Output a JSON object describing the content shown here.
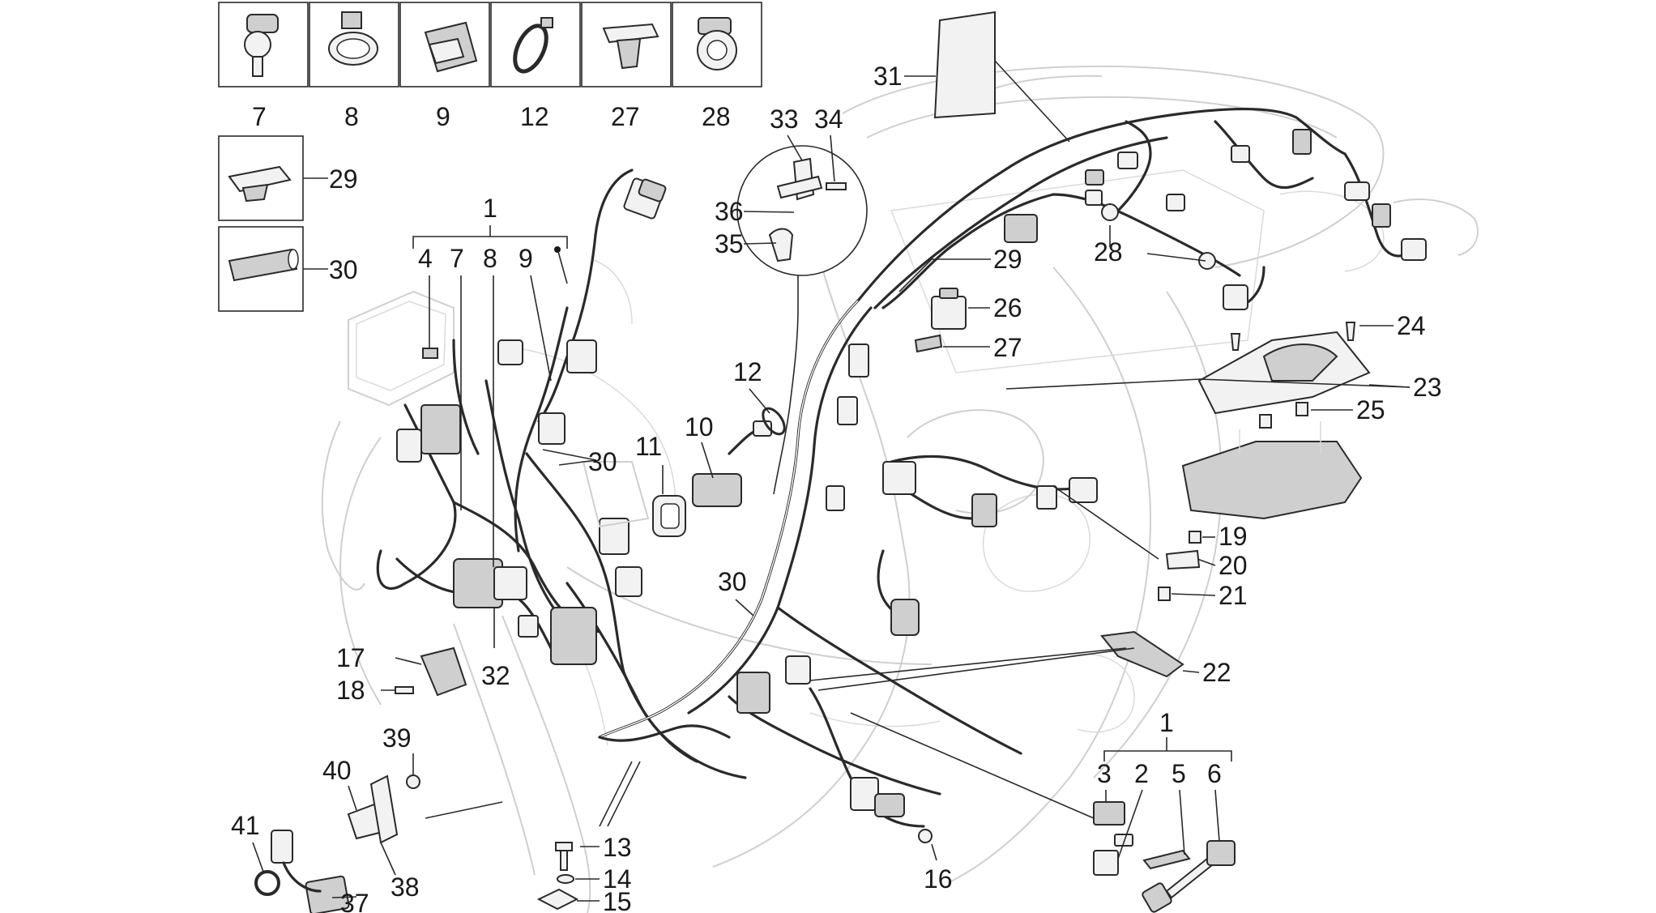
{
  "labels": {
    "c7": "7",
    "c8": "8",
    "c9": "9",
    "c12": "12",
    "c27": "27",
    "c28": "28",
    "c29": "29",
    "c30": "30",
    "g1": "1",
    "g4": "4",
    "g7": "7",
    "g8": "8",
    "g9": "9",
    "l30a": "30",
    "l11": "11",
    "l10": "10",
    "l12": "12",
    "l33": "33",
    "l34": "34",
    "l36": "36",
    "l35": "35",
    "l31": "31",
    "l28": "28",
    "l29": "29",
    "l26": "26",
    "l27": "27",
    "l24": "24",
    "l23": "23",
    "l25": "25",
    "l19": "19",
    "l20": "20",
    "l21": "21",
    "l22": "22",
    "l30b": "30",
    "l17": "17",
    "l18": "18",
    "l32": "32",
    "l39": "39",
    "l40": "40",
    "l38": "38",
    "l41": "41",
    "l37": "37",
    "l13": "13",
    "l14": "14",
    "l15": "15",
    "l16": "16",
    "k1": "1",
    "k3": "3",
    "k2": "2",
    "k5": "5",
    "k6": "6"
  }
}
